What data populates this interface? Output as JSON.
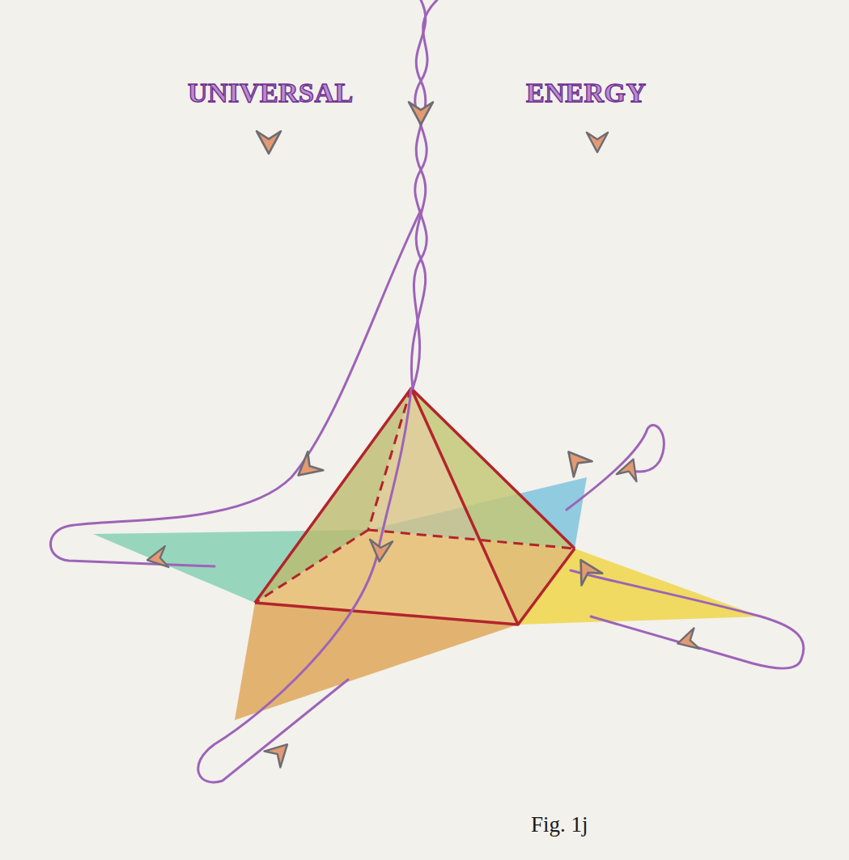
{
  "diagram": {
    "caption": "Fig. 1j",
    "labels": [
      "UNIVERSAL",
      "ENERGY"
    ]
  }
}
